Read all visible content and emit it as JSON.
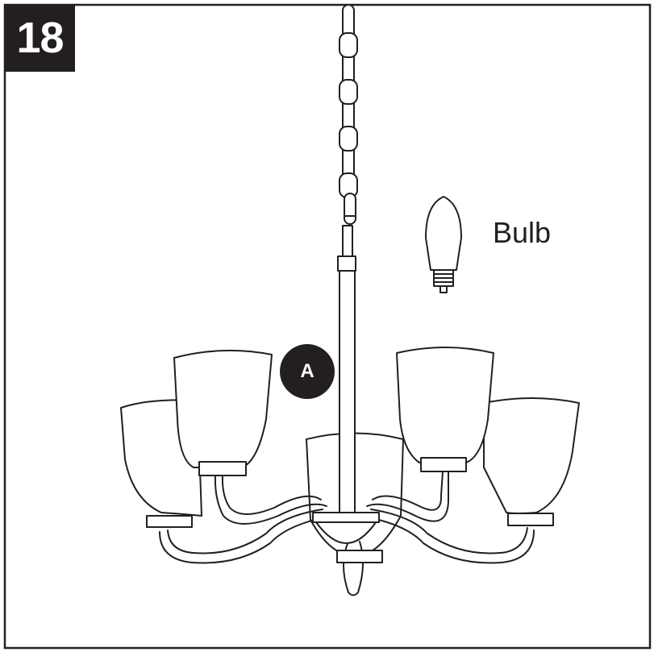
{
  "step": {
    "number": "18"
  },
  "labels": {
    "bulb": "Bulb",
    "part_callout": "A"
  },
  "colors": {
    "ink": "#231f20",
    "background": "#ffffff"
  },
  "figure": {
    "subject": "chandelier",
    "shade_count": 5,
    "icons": [
      "chain-icon",
      "bulb-icon",
      "shade-icon",
      "arm-icon"
    ]
  }
}
